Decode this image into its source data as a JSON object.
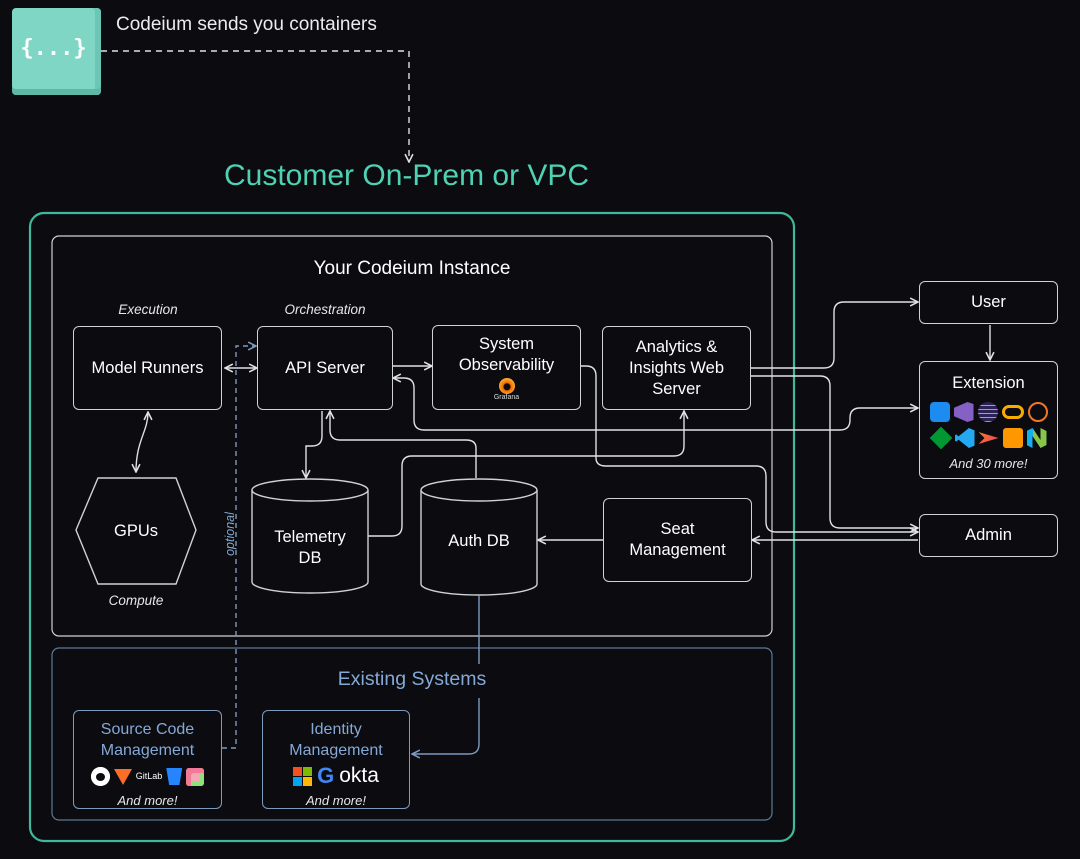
{
  "header": {
    "logo_glyph": "{...}",
    "logo_color": "#7fd6c4",
    "sends_text": "Codeium sends you containers",
    "section_title": "Customer On-Prem or VPC",
    "accent": "#4fd1b3"
  },
  "instance": {
    "title": "Your Codeium Instance",
    "execution_caption": "Execution",
    "orchestration_caption": "Orchestration",
    "model_runners": "Model Runners",
    "api_server": "API Server",
    "system_observability": "System Observability",
    "grafana_label": "Grafana",
    "analytics": "Analytics & Insights Web Server",
    "gpus": "GPUs",
    "compute_caption": "Compute",
    "telemetry_db": "Telemetry DB",
    "auth_db": "Auth DB",
    "seat_management": "Seat Management",
    "optional_label": "optional"
  },
  "existing": {
    "title": "Existing Systems",
    "scm_title": "Source Code Management",
    "scm_icons": [
      "github-icon",
      "gitlab-icon",
      "bitbucket-icon",
      "other-scm-icon"
    ],
    "gitlab_label": "GitLab",
    "scm_more": "And more!",
    "idm_title": "Identity Management",
    "idm_icons": [
      "microsoft-icon",
      "google-icon"
    ],
    "okta_label": "okta",
    "idm_more": "And more!"
  },
  "external": {
    "user": "User",
    "extension": "Extension",
    "extension_icons": [
      "xcode-icon",
      "visual-studio-icon",
      "eclipse-icon",
      "colab-icon",
      "jupyter-icon",
      "vim-icon",
      "vscode-icon",
      "jetbrains-icon",
      "sublime-icon",
      "neovim-icon"
    ],
    "extension_more": "And 30 more!",
    "admin": "Admin"
  }
}
